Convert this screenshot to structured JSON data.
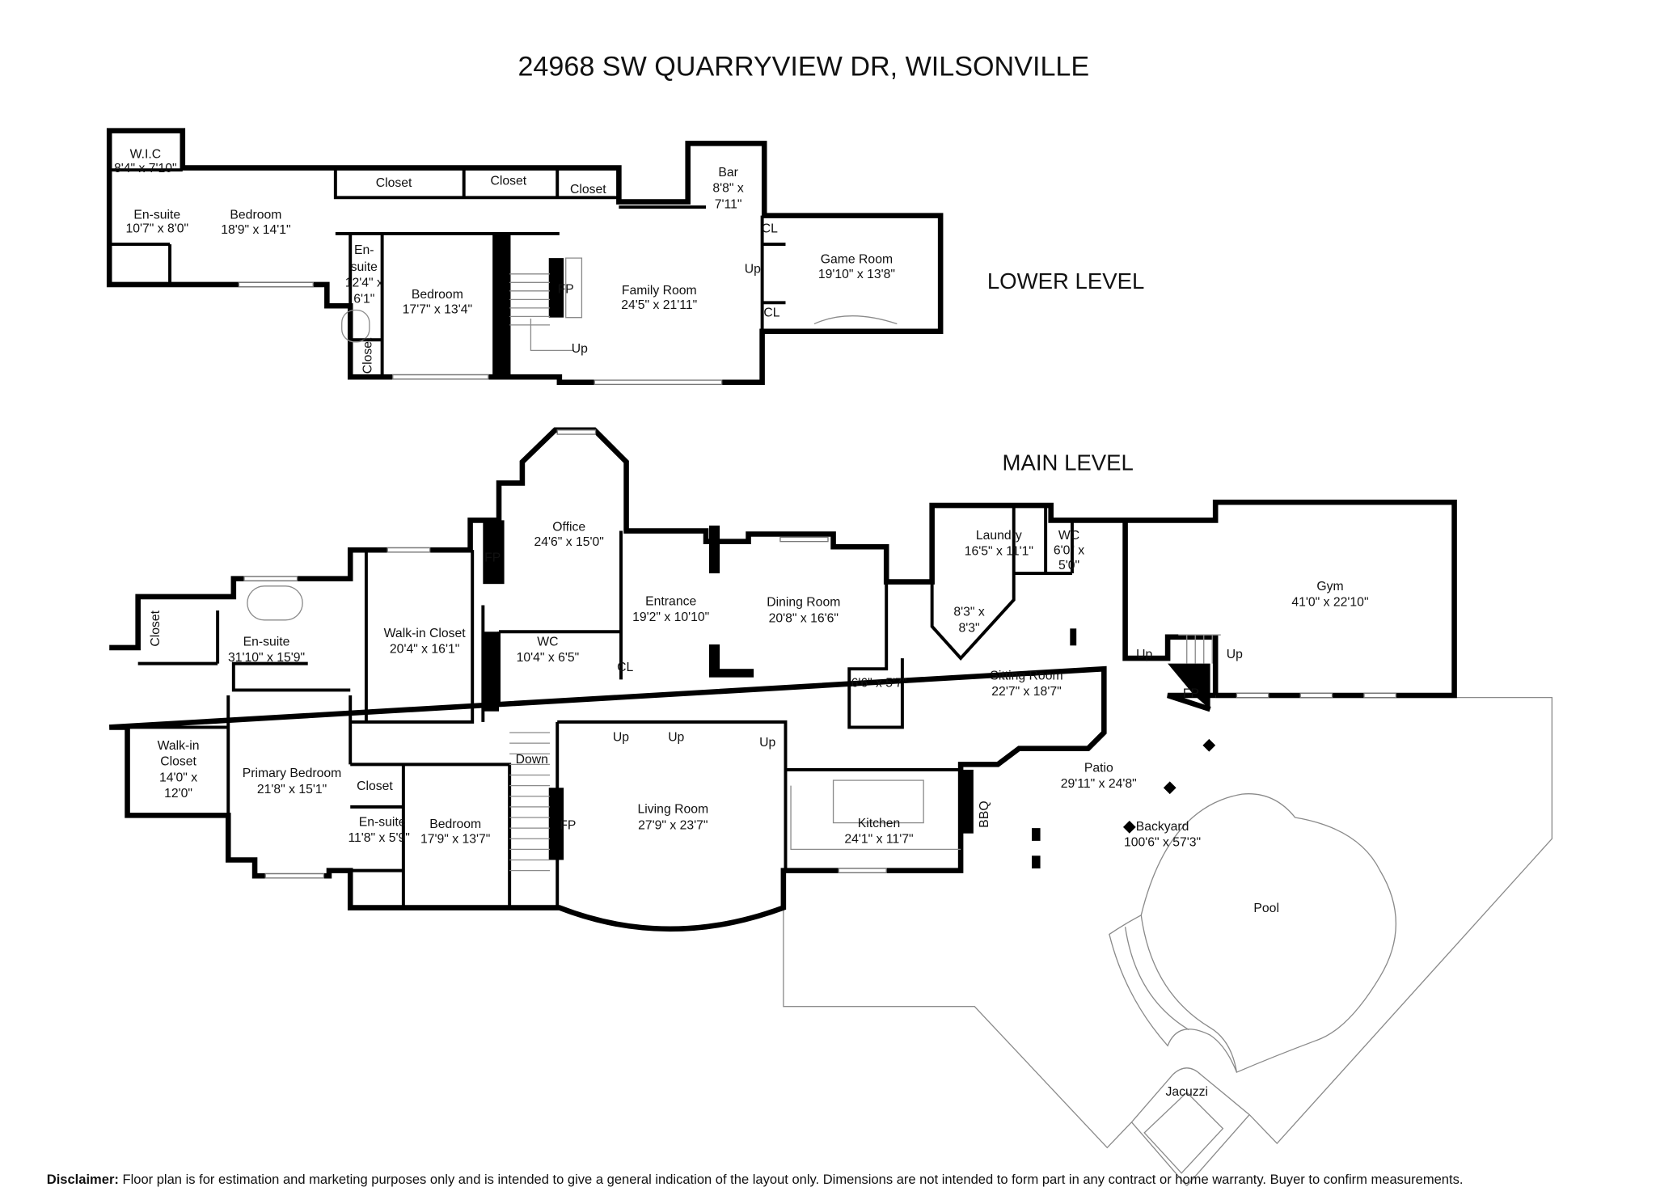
{
  "title": "24968 SW QUARRYVIEW DR, WILSONVILLE",
  "levels": {
    "lower": "LOWER LEVEL",
    "main": "MAIN LEVEL"
  },
  "lower_rooms": [
    {
      "name": "W.I.C",
      "dims": "8'4\" x 7'10\""
    },
    {
      "name": "En-suite",
      "dims": "10'7\" x 8'0\""
    },
    {
      "name": "Bedroom",
      "dims": "18'9\" x 14'1\""
    },
    {
      "name": "En-",
      "name2": "suite",
      "dims": "12'4\" x",
      "dims2": "6'1\""
    },
    {
      "name": "Bedroom",
      "dims": "17'7\" x 13'4\""
    },
    {
      "name": "Family Room",
      "dims": "24'5\" x 21'11\""
    },
    {
      "name": "Bar",
      "dims": "8'8\" x",
      "dims2": "7'11\""
    },
    {
      "name": "Game Room",
      "dims": "19'10\" x 13'8\""
    }
  ],
  "main_rooms": [
    {
      "name": "Office",
      "dims": "24'6\" x 15'0\""
    },
    {
      "name": "Entrance",
      "dims": "19'2\" x 10'10\""
    },
    {
      "name": "Dining Room",
      "dims": "20'8\" x 16'6\""
    },
    {
      "name": "Laundry",
      "dims": "16'5\" x 11'1\""
    },
    {
      "name": "WC",
      "dims": "6'0\" x",
      "dims2": "5'0\""
    },
    {
      "name": "Gym",
      "dims": "41'0\" x 22'10\""
    },
    {
      "name": "En-suite",
      "dims": "31'10\" x 15'9\""
    },
    {
      "name": "Walk-in Closet",
      "dims": "20'4\" x 16'1\""
    },
    {
      "name": "WC",
      "dims": "10'4\" x 6'5\""
    },
    {
      "name": "",
      "dims": "8'3\" x",
      "dims2": "8'3\""
    },
    {
      "name": "",
      "dims": "6'6\" x 5'7\""
    },
    {
      "name": "Sitting Room",
      "dims": "22'7\" x 18'7\""
    },
    {
      "name": "Walk-in",
      "name2": "Closet",
      "dims": "14'0\" x",
      "dims2": "12'0\""
    },
    {
      "name": "Primary Bedroom",
      "dims": "21'8\" x 15'1\""
    },
    {
      "name": "En-suite",
      "dims": "11'8\" x 5'9\""
    },
    {
      "name": "Bedroom",
      "dims": "17'9\" x 13'7\""
    },
    {
      "name": "Living Room",
      "dims": "27'9\" x 23'7\""
    },
    {
      "name": "Kitchen",
      "dims": "24'1\" x 11'7\""
    },
    {
      "name": "Patio",
      "dims": "29'11\" x 24'8\""
    },
    {
      "name": "Backyard",
      "dims": "100'6\" x 57'3\""
    },
    {
      "name": "Pool"
    },
    {
      "name": "Jacuzzi"
    }
  ],
  "labels": {
    "closet": "Closet",
    "cl": "CL",
    "fp": "FP",
    "up": "Up",
    "down": "Down",
    "bbq": "BBQ"
  },
  "disclaimer": {
    "label": "Disclaimer:",
    "text": " Floor plan is for estimation and marketing purposes only and is intended to give a general indication of the layout only. Dimensions are not intended to form part in any contract or home warranty. Buyer to confirm measurements."
  }
}
